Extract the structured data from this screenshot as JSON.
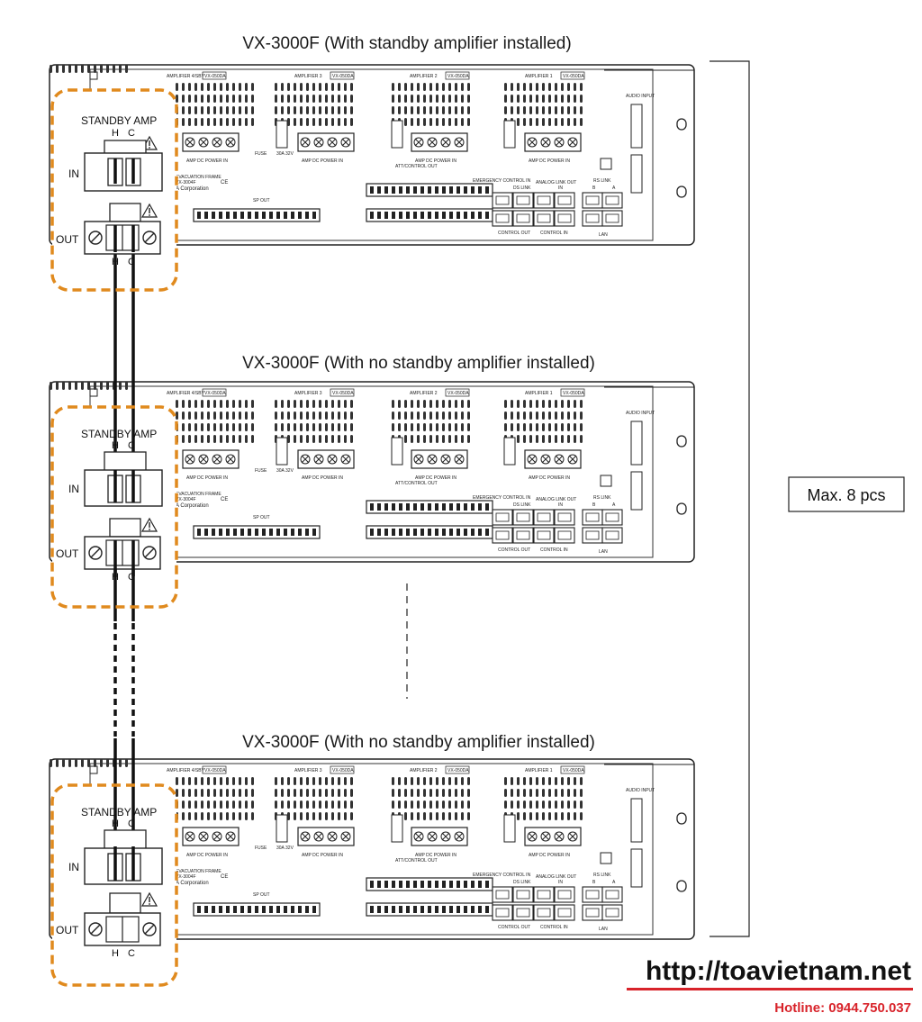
{
  "units": [
    {
      "title": "VX-3000F (With standby amplifier installed)"
    },
    {
      "title": "VX-3000F (With no standby amplifier installed)"
    },
    {
      "title": "VX-3000F (With no standby amplifier installed)"
    }
  ],
  "panel": {
    "amp_labels": [
      "AMPLIFIER 4/SBY",
      "AMPLIFIER 3",
      "AMPLIFIER 2",
      "AMPLIFIER 1"
    ],
    "amp_model": "VX-050DA",
    "amp_dc_power_in": "AMP DC POWER IN",
    "fuse": "FUSE",
    "fuse_rating": "30A 32V",
    "att_control_out": "ATT/CONTROL OUT",
    "emergency_control_in": "EMERGENCY CONTROL IN",
    "ds_link": "DS LINK",
    "analog_link_out": "ANALOG LINK OUT",
    "analog_link_in": "IN",
    "rs_link": "RS LINK",
    "rs_b": "B",
    "rs_a": "A",
    "control_out": "CONTROL OUT",
    "control_in": "CONTROL IN",
    "lan": "LAN",
    "audio_input": "AUDIO INPUT",
    "sp_out": "SP OUT",
    "plate_line1": "EVACUATION FRAME",
    "plate_line2": "VX-3004F",
    "plate_line3": "A Corporation",
    "ce_mark": "CE"
  },
  "standby_box": {
    "title": "STANDBY AMP",
    "h": "H",
    "c": "C",
    "in_label": "IN",
    "out_label": "OUT"
  },
  "max_label": "Max. 8 pcs",
  "brand_url": "http://toavietnam.net",
  "hotline": "Hotline: 0944.750.037",
  "colors": {
    "dashed_box": "#e08a1e",
    "hotline": "#d8232a",
    "line": "#111111"
  }
}
